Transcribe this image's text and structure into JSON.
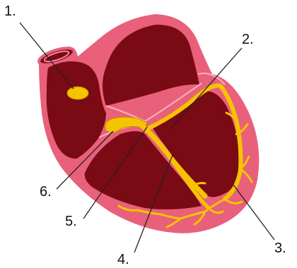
{
  "labels": [
    {
      "id": "l1",
      "text": "1."
    },
    {
      "id": "l2",
      "text": "2."
    },
    {
      "id": "l3",
      "text": "3."
    },
    {
      "id": "l4",
      "text": "4."
    },
    {
      "id": "l5",
      "text": "5."
    },
    {
      "id": "l6",
      "text": "6."
    }
  ],
  "colors": {
    "tissue": "#e9607a",
    "chamber": "#7a0a14",
    "septum_line": "#f5b3c0",
    "conduction": "#f5c400",
    "conduction_edge": "#c88a00",
    "leader": "#222222"
  }
}
